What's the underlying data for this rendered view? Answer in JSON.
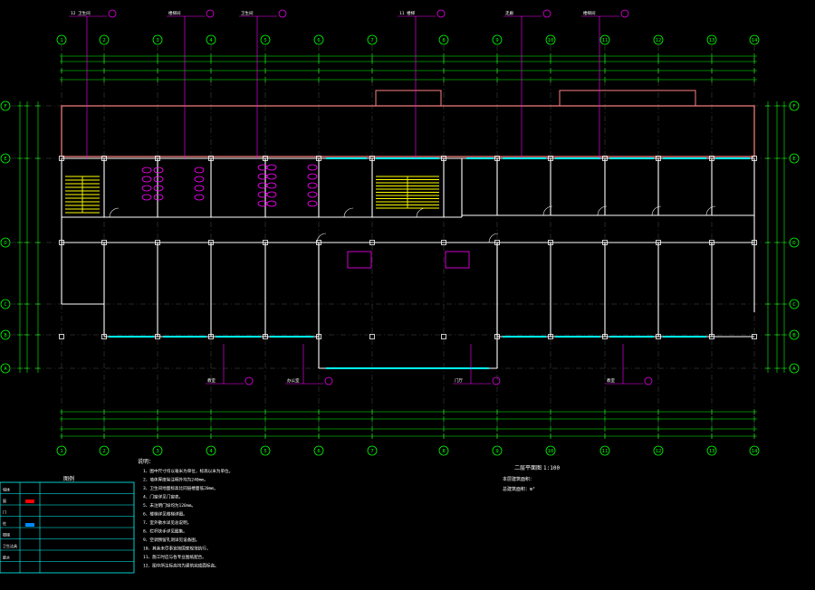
{
  "drawing": {
    "title": "二层平面图",
    "scale": "1:100",
    "area_note_1": "本层建筑面积：",
    "area_note_2": "总建筑面积：m²",
    "notes_heading": "说明：",
    "notes": [
      "1、图中尺寸均以毫米为单位，标高以米为单位。",
      "2、墙体厚度除注明外均为240mm。",
      "3、卫生间地面标高比同层楼面低20mm。",
      "4、门窗详见门窗表。",
      "5、未注明门垛均为120mm。",
      "6、楼梯详见楼梯详图。",
      "7、室外散水详见总说明。",
      "8、栏杆扶手详见图集。",
      "9、空调预留孔洞详见设备图。",
      "10、其余未尽事宜按国家规范执行。",
      "11、施工时应与各专业图纸配合。",
      "12、图中所注标高均为建筑完成面标高。"
    ]
  },
  "axes": {
    "columns": [
      "1",
      "2",
      "3",
      "4",
      "5",
      "6",
      "7",
      "8",
      "9",
      "10",
      "11",
      "12",
      "13",
      "14"
    ],
    "rows": [
      "F",
      "E",
      "D",
      "C",
      "B",
      "A"
    ]
  },
  "callouts": [
    "12 卫生间",
    "楼梯间",
    "卫生间",
    "11 楼梯",
    "走廊",
    "楼梯间",
    "教室",
    "办公室",
    "门厅",
    "教室"
  ],
  "legend": {
    "heading": "图例",
    "rows": [
      "墙体",
      "窗",
      "门",
      "柱",
      "楼梯",
      "卫生洁具",
      "散水"
    ]
  },
  "colors": {
    "background": "#000000",
    "axis": "#00ff00",
    "wall": "#ffffff",
    "window": "#00ffff",
    "fixture": "#ff00ff",
    "stair": "#ffff00",
    "border": "#ff8080",
    "callout": "#ff00ff"
  }
}
